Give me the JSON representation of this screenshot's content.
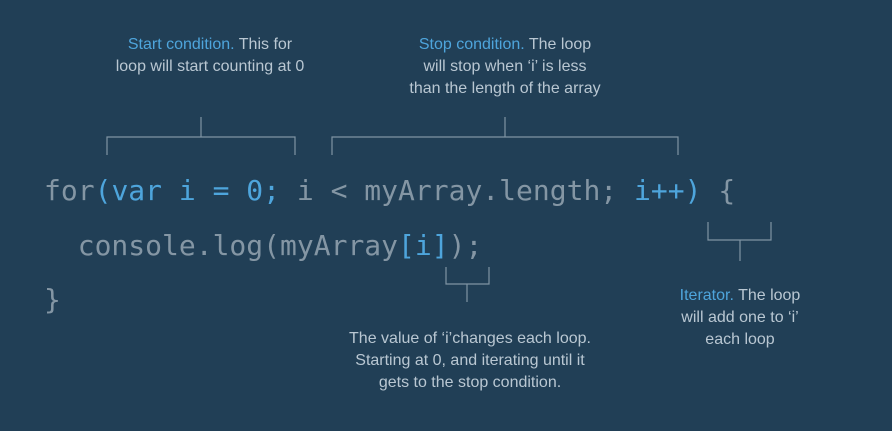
{
  "annotations": {
    "start": {
      "highlight": "Start condition.",
      "line1_rest": " This for",
      "line2": "loop will start counting at 0"
    },
    "stop": {
      "highlight": "Stop condition.",
      "line1_rest": " The loop",
      "line2": "will stop when ‘i’ is less",
      "line3": "than the length of the array"
    },
    "iterator": {
      "highlight": "Iterator.",
      "line1_rest": " The loop",
      "line2": "will add one to ‘i’",
      "line3": "each loop"
    },
    "value": {
      "line1": "The value of ‘i’changes each loop.",
      "line2": "Starting at 0, and iterating until it",
      "line3": "gets to the stop condition."
    }
  },
  "code": {
    "line1": {
      "for_kw": "for",
      "open_paren": "(",
      "init": "var i = 0;",
      "condition": " i < myArray.length;",
      "increment": " i++",
      "close_paren": ")",
      "brace": " {"
    },
    "line2": {
      "indent": "  ",
      "call": "console.log(myArray",
      "index": "[i]",
      "end": ");"
    },
    "line3": {
      "brace": "}"
    }
  },
  "colors": {
    "background": "#213f56",
    "code_text": "#8496a4",
    "highlight": "#4ea5dc",
    "annotation_text": "#b9c7d2",
    "bracket": "#7f94a4"
  }
}
